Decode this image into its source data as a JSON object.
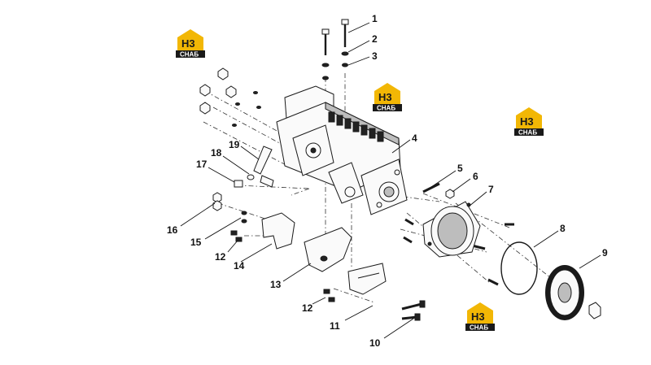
{
  "watermark": {
    "mark": "H3",
    "word": "СНАБ",
    "accent": "#f2b705",
    "ink": "#1a1a1a"
  },
  "callouts": [
    {
      "id": "1",
      "label": "1"
    },
    {
      "id": "2",
      "label": "2"
    },
    {
      "id": "3",
      "label": "3"
    },
    {
      "id": "4",
      "label": "4"
    },
    {
      "id": "5",
      "label": "5"
    },
    {
      "id": "6",
      "label": "6"
    },
    {
      "id": "7",
      "label": "7"
    },
    {
      "id": "8",
      "label": "8"
    },
    {
      "id": "9",
      "label": "9"
    },
    {
      "id": "10",
      "label": "10"
    },
    {
      "id": "11",
      "label": "11"
    },
    {
      "id": "12a",
      "label": "12"
    },
    {
      "id": "12b",
      "label": "12"
    },
    {
      "id": "13",
      "label": "13"
    },
    {
      "id": "14",
      "label": "14"
    },
    {
      "id": "15",
      "label": "15"
    },
    {
      "id": "16",
      "label": "16"
    },
    {
      "id": "17",
      "label": "17"
    },
    {
      "id": "18",
      "label": "18"
    },
    {
      "id": "19",
      "label": "19"
    }
  ]
}
